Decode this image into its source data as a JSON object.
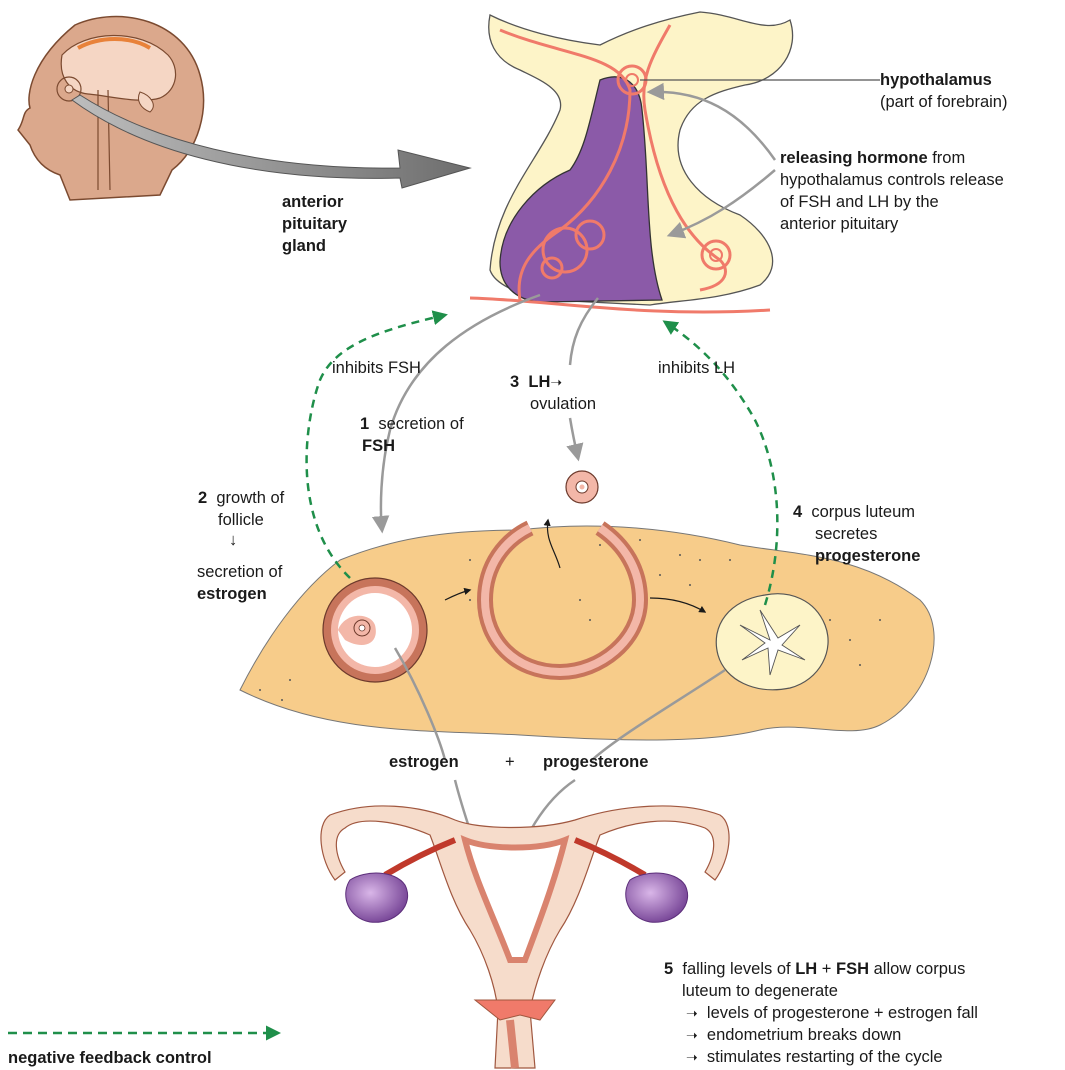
{
  "labels": {
    "hypothalamus": "hypothalamus",
    "hypothalamus_sub": "(part of forebrain)",
    "releasing_hormone_bold": "releasing hormone",
    "releasing_hormone_from": " from",
    "releasing_line2": "hypothalamus controls release",
    "releasing_line3": "of FSH and LH by the",
    "releasing_line4": "anterior pituitary",
    "anterior_1": "anterior",
    "anterior_2": "pituitary",
    "anterior_3": "gland",
    "inhibits_fsh": "inhibits FSH",
    "inhibits_lh": "inhibits LH",
    "step1_num": "1",
    "step1_text": "secretion of",
    "step1_bold": "FSH",
    "step2_num": "2",
    "step2_text": "growth of",
    "step2_line2": "follicle",
    "step2_line3": "secretion of",
    "step2_bold": "estrogen",
    "step3_num": "3",
    "step3_bold": "LH",
    "step3_line2": "ovulation",
    "step4_num": "4",
    "step4_text": "corpus luteum",
    "step4_line2": "secretes",
    "step4_bold": "progesterone",
    "estrogen": "estrogen",
    "plus": "+",
    "progesterone": "progesterone",
    "step5_num": "5",
    "step5_a": "falling levels of",
    "step5_lh": "LH",
    "step5_plus": "+",
    "step5_fsh": "FSH",
    "step5_b": "allow corpus",
    "step5_line2": "luteum to degenerate",
    "step5_c1": "levels of progesterone + estrogen fall",
    "step5_c2": "endometrium breaks down",
    "step5_c3": "stimulates restarting of the cycle",
    "legend": "negative feedback control"
  },
  "colors": {
    "skin": "#dba88c",
    "brain": "#f5d6c4",
    "pale_yellow": "#fdf4c8",
    "purple": "#8b5aa8",
    "vessel": "#f07a6a",
    "ovary": "#f7cc8a",
    "follicle_outer": "#c7745b",
    "follicle_inner": "#f3b7a8",
    "green_dash": "#1f8f4a",
    "grey_arrow": "#9a9a9a",
    "uterus_fill": "#f6dccb",
    "uterus_line": "#d9836e"
  }
}
